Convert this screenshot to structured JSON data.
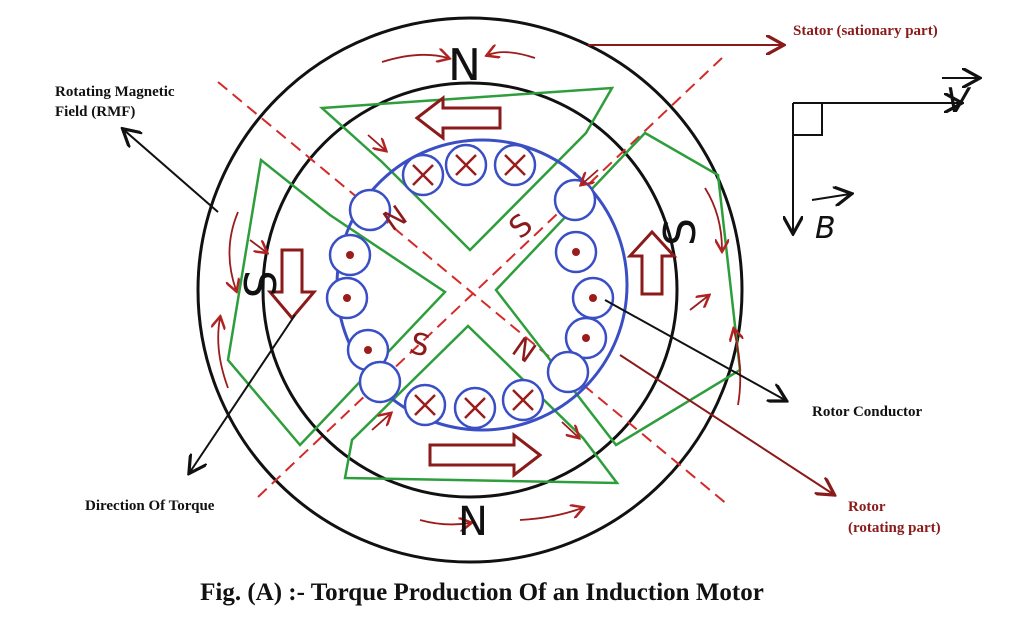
{
  "labels": {
    "stator": "Stator (sationary part)",
    "rmf_line1": "Rotating Magnetic",
    "rmf_line2": "Field (RMF)",
    "rotor_conductor": "Rotor Conductor",
    "direction_of_torque": "Direction Of Torque",
    "rotor_line1": "Rotor",
    "rotor_line2": "(rotating part)"
  },
  "poles": {
    "top": "N",
    "bottom": "N",
    "left": "S",
    "right": "S",
    "rotor_upper_left": "N",
    "rotor_upper_right": "S",
    "rotor_lower_left": "S",
    "rotor_lower_right": "N"
  },
  "axes": {
    "v_label": "V",
    "b_label": "B"
  },
  "caption": "Fig. (A) :- Torque Production Of an Induction Motor",
  "colors": {
    "stator_ring": "#111111",
    "pole_shoe": "#2e9e3c",
    "rotor": "#3b4fc4",
    "field_arrows": "#9b1c1c",
    "annotation_red": "#8b1a1a",
    "dashed_axis": "#d42a2a"
  }
}
